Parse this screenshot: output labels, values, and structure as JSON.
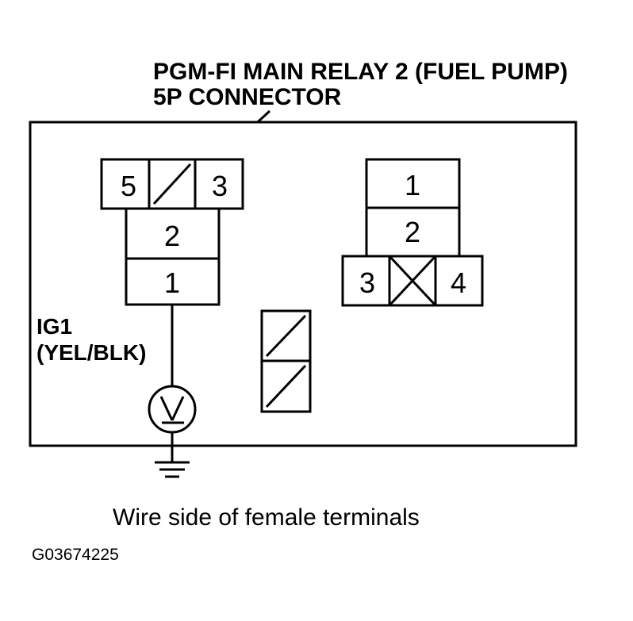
{
  "title": {
    "line1": "PGM-FI MAIN RELAY 2 (FUEL PUMP)",
    "line2": "5P CONNECTOR"
  },
  "wire": {
    "name": "IG1",
    "color": "(YEL/BLK)"
  },
  "left_connector": {
    "pins": {
      "a": "5",
      "b": "3",
      "c": "2",
      "d": "1"
    }
  },
  "right_connector": {
    "pins": {
      "a": "1",
      "b": "2",
      "c": "3",
      "d": "4"
    }
  },
  "voltmeter": {
    "icon": "voltmeter-icon"
  },
  "ground": {
    "icon": "ground-icon"
  },
  "caption": "Wire side of female terminals",
  "figure_code": "G03674225"
}
